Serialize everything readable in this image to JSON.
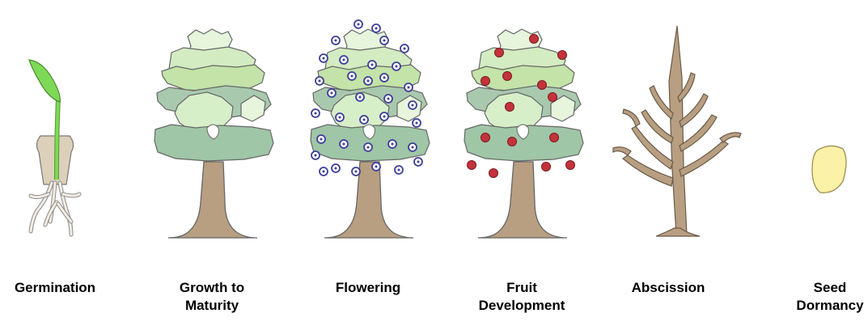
{
  "stages": [
    {
      "id": "germination",
      "lines": [
        "Germination"
      ]
    },
    {
      "id": "growth",
      "lines": [
        "Growth to",
        "Maturity"
      ]
    },
    {
      "id": "flowering",
      "lines": [
        "Flowering"
      ]
    },
    {
      "id": "fruit",
      "lines": [
        "Fruit",
        "Development"
      ]
    },
    {
      "id": "abscission",
      "lines": [
        "Abscission"
      ]
    },
    {
      "id": "dormancy",
      "lines": [
        "Seed",
        "Dormancy"
      ]
    }
  ],
  "colors": {
    "canopy_light": "#d7efc9",
    "canopy_mid": "#bfe3a4",
    "canopy_dark": "#9fc6a6",
    "trunk": "#b89f82",
    "outline": "#555555",
    "sprout": "#7ed957",
    "seed_coat": "#ddd0bb",
    "seed": "#fbf2a8",
    "flower": "#3d3f99",
    "fruit": "#c4323a"
  }
}
